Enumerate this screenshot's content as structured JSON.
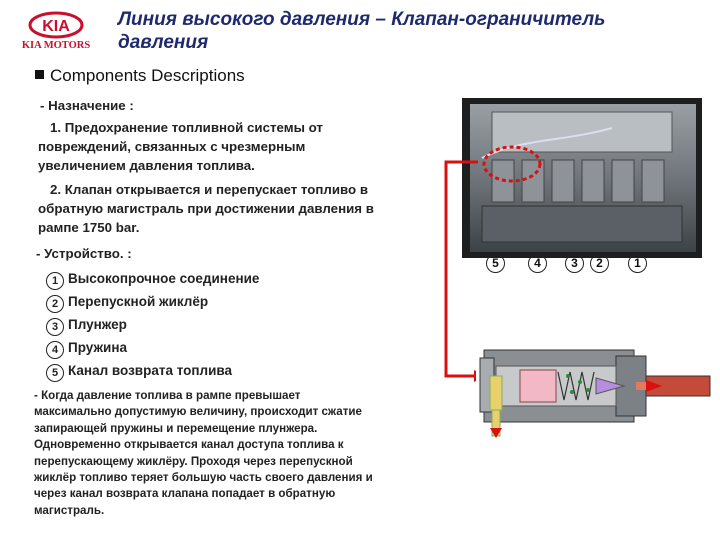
{
  "header": {
    "logo_text": "KIA MOTORS",
    "title_line1": "Линия высокого давления – Клапан-ограничитель",
    "title_line2": "давления"
  },
  "section_title": "Components Descriptions",
  "purpose": {
    "heading": "- Назначение :",
    "item1_l1": "1. Предохранение топливной системы от",
    "item1_l2": "повреждений, связанных с чрезмерным",
    "item1_l3": "увеличением давления топлива.",
    "item2_l1": "2. Клапан открывается и перепускает топливо в",
    "item2_l2": "обратную магистраль при достижении давления в",
    "item2_l3": "рампе 1750 bar."
  },
  "device": {
    "heading": "- Устройство. :",
    "items": [
      {
        "num": "1",
        "label": "Высокопрочное соединение"
      },
      {
        "num": "2",
        "label": "Перепускной жиклёр"
      },
      {
        "num": "3",
        "label": "Плунжер"
      },
      {
        "num": "4",
        "label": "Пружина"
      },
      {
        "num": "5",
        "label": "Канал возврата топлива"
      }
    ]
  },
  "description": {
    "l1": "- Когда давление топлива в рампе превышает",
    "l2": "максимально допустимую величину, происходит сжатие",
    "l3": "запирающей пружины и перемещение плунжера.",
    "l4": "Одновременно открывается канал доступа топлива к",
    "l5": "перепускающему жиклёру. Проходя через перепускной",
    "l6": "жиклёр топливо теряет большую часть своего давления и",
    "l7": "через канал возврата клапана попадает в обратную",
    "l8": "магистраль."
  },
  "diagram_labels": {
    "n5": "5",
    "n4": "4",
    "n3": "3",
    "n2": "2",
    "n1": "1"
  },
  "colors": {
    "title": "#1f2a6e",
    "arrow": "#d81010",
    "logo_red": "#c8102e"
  }
}
